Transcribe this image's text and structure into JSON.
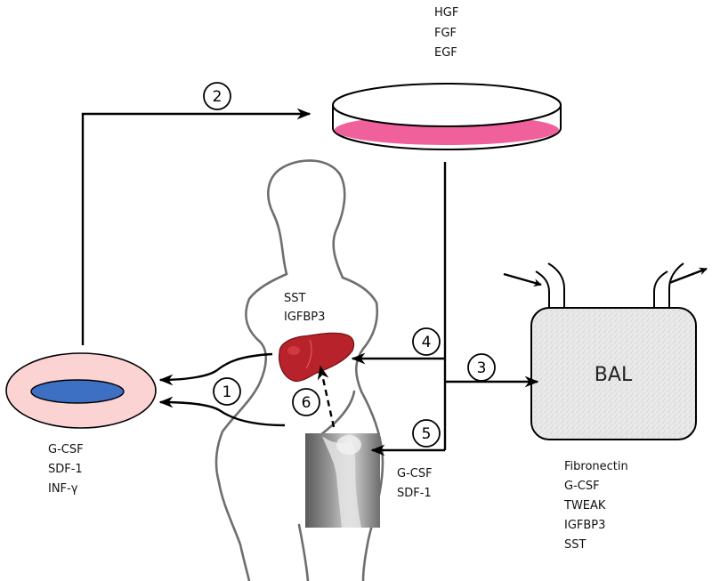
{
  "dish": {
    "factors": [
      "HGF",
      "FGF",
      "EGF"
    ],
    "colors": {
      "medium": "#f0609a",
      "rim": "#000000"
    }
  },
  "liver": {
    "factors": [
      "SST",
      "IGFBP3"
    ],
    "colors": {
      "fill": "#b8222a"
    }
  },
  "cell": {
    "factors": [
      "G-CSF",
      "SDF-1",
      "INF-γ"
    ],
    "colors": {
      "outer": "#fcd3d3",
      "nucleus": "#3d6fc2"
    }
  },
  "bone_marrow": {
    "factors": [
      "G-CSF",
      "SDF-1"
    ]
  },
  "bal": {
    "label": "BAL",
    "factors": [
      "Fibronectin",
      "G-CSF",
      "TWEAK",
      "IGFBP3",
      "SST"
    ],
    "colors": {
      "fill": "#e9e9e9"
    }
  },
  "steps": [
    "1",
    "2",
    "3",
    "4",
    "5",
    "6"
  ]
}
